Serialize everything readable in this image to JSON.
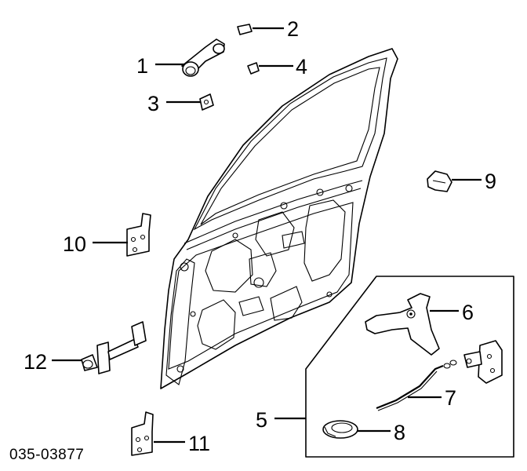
{
  "diagram": {
    "part_number": "035-03877",
    "callouts": [
      {
        "id": "1",
        "label": "1"
      },
      {
        "id": "2",
        "label": "2"
      },
      {
        "id": "3",
        "label": "3"
      },
      {
        "id": "4",
        "label": "4"
      },
      {
        "id": "5",
        "label": "5"
      },
      {
        "id": "6",
        "label": "6"
      },
      {
        "id": "7",
        "label": "7"
      },
      {
        "id": "8",
        "label": "8"
      },
      {
        "id": "9",
        "label": "9"
      },
      {
        "id": "10",
        "label": "10"
      },
      {
        "id": "11",
        "label": "11"
      },
      {
        "id": "12",
        "label": "12"
      }
    ]
  }
}
